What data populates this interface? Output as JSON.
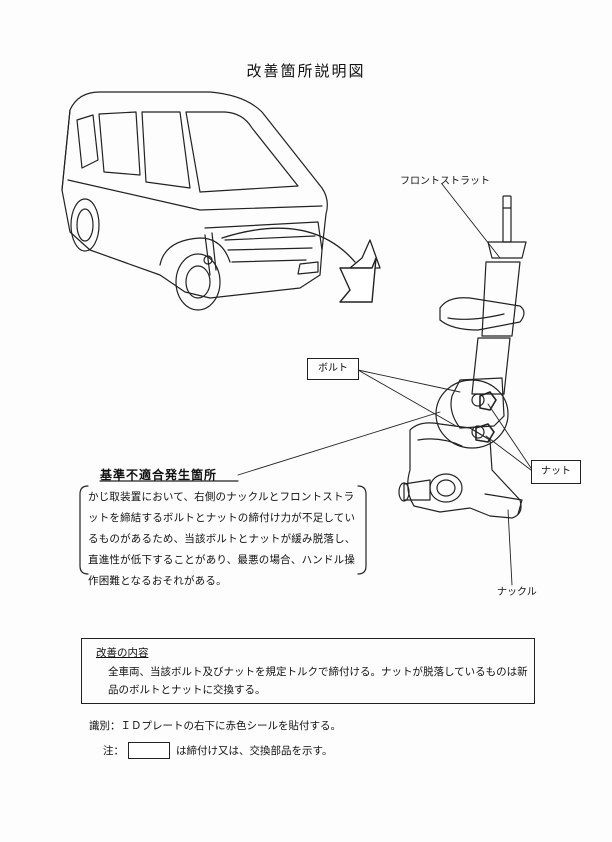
{
  "page": {
    "title": "改善箇所説明図"
  },
  "labels": {
    "front_strut": "フロントストラット",
    "bolt": "ボルト",
    "nut": "ナット",
    "knuckle": "ナックル"
  },
  "defect": {
    "heading": "基準不適合発生箇所",
    "body": "かじ取装置において、右側のナックルとフロントストラットを締結するボルトとナットの締付け力が不足しているものがあるため、当該ボルトとナットが緩み脱落し、直進性が低下することがあり、最悪の場合、ハンドル操作困難となるおそれがある。"
  },
  "remedy": {
    "heading": "改善の内容",
    "body": "全車両、当該ボルト及びナットを規定トルクで締付ける。ナットが脱落しているものは新品のボルトとナットに交換する。"
  },
  "identification": "識別：ＩＤプレートの右下に赤色シールを貼付する。",
  "note": {
    "prefix": "注：",
    "suffix": "は締付け又は、交換部品を示す。"
  }
}
